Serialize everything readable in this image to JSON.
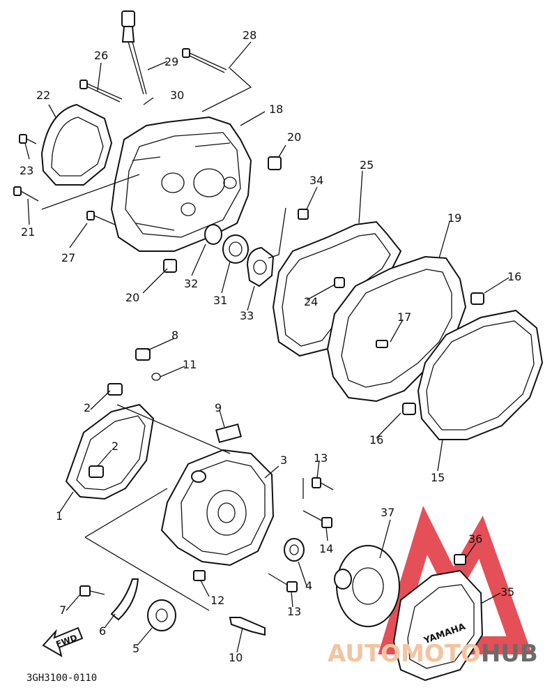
{
  "diagram": {
    "ref_code": "3GH3100-0110",
    "fwd_label": "FWD",
    "callouts": [
      "1",
      "2",
      "2",
      "3",
      "4",
      "5",
      "6",
      "7",
      "8",
      "9",
      "10",
      "11",
      "12",
      "13",
      "13",
      "14",
      "15",
      "16",
      "16",
      "17",
      "18",
      "19",
      "20",
      "20",
      "21",
      "22",
      "23",
      "24",
      "25",
      "26",
      "27",
      "28",
      "29",
      "30",
      "31",
      "32",
      "33",
      "34",
      "35",
      "36",
      "37"
    ],
    "cover_emblem": "YAMAHA"
  },
  "watermark": {
    "prefix": "AUTOMOTO",
    "suffix": "HUB",
    "accent_color": "#e0303a",
    "text_color": "#6b6b6b"
  }
}
